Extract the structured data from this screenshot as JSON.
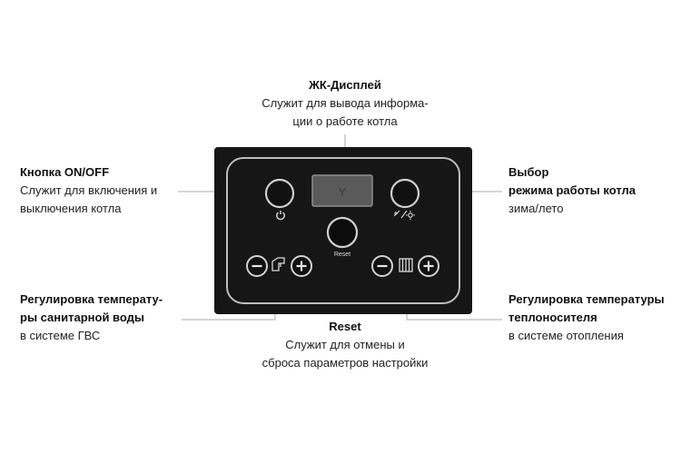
{
  "display": {
    "title": "ЖК-Дисплей",
    "line1": "Служит для вывода информа-",
    "line2": "ции о работе котла",
    "screen_text": "Y"
  },
  "power": {
    "title": "Кнопка ON/OFF",
    "line1": "Служит для включения и",
    "line2": "выключения  котла"
  },
  "mode": {
    "title1": "Выбор",
    "title2": "режима работы котла",
    "line1": "зима/лето"
  },
  "dhw": {
    "title1": "Регулировка температу-",
    "title2": "ры санитарной воды",
    "line1": "в системе ГВС"
  },
  "reset": {
    "title": "Reset",
    "line1": "Служит для отмены и",
    "line2": "сброса параметров настройки",
    "button_label": "Reset"
  },
  "heating": {
    "title1": "Регулировка температуры",
    "title2": "теплоносителя",
    "line1": "в системе отопления"
  },
  "colors": {
    "panel": "#161616",
    "panel_border": "#bdbdbd",
    "line": "#bbbbbb",
    "icon": "#d8d8d8"
  }
}
